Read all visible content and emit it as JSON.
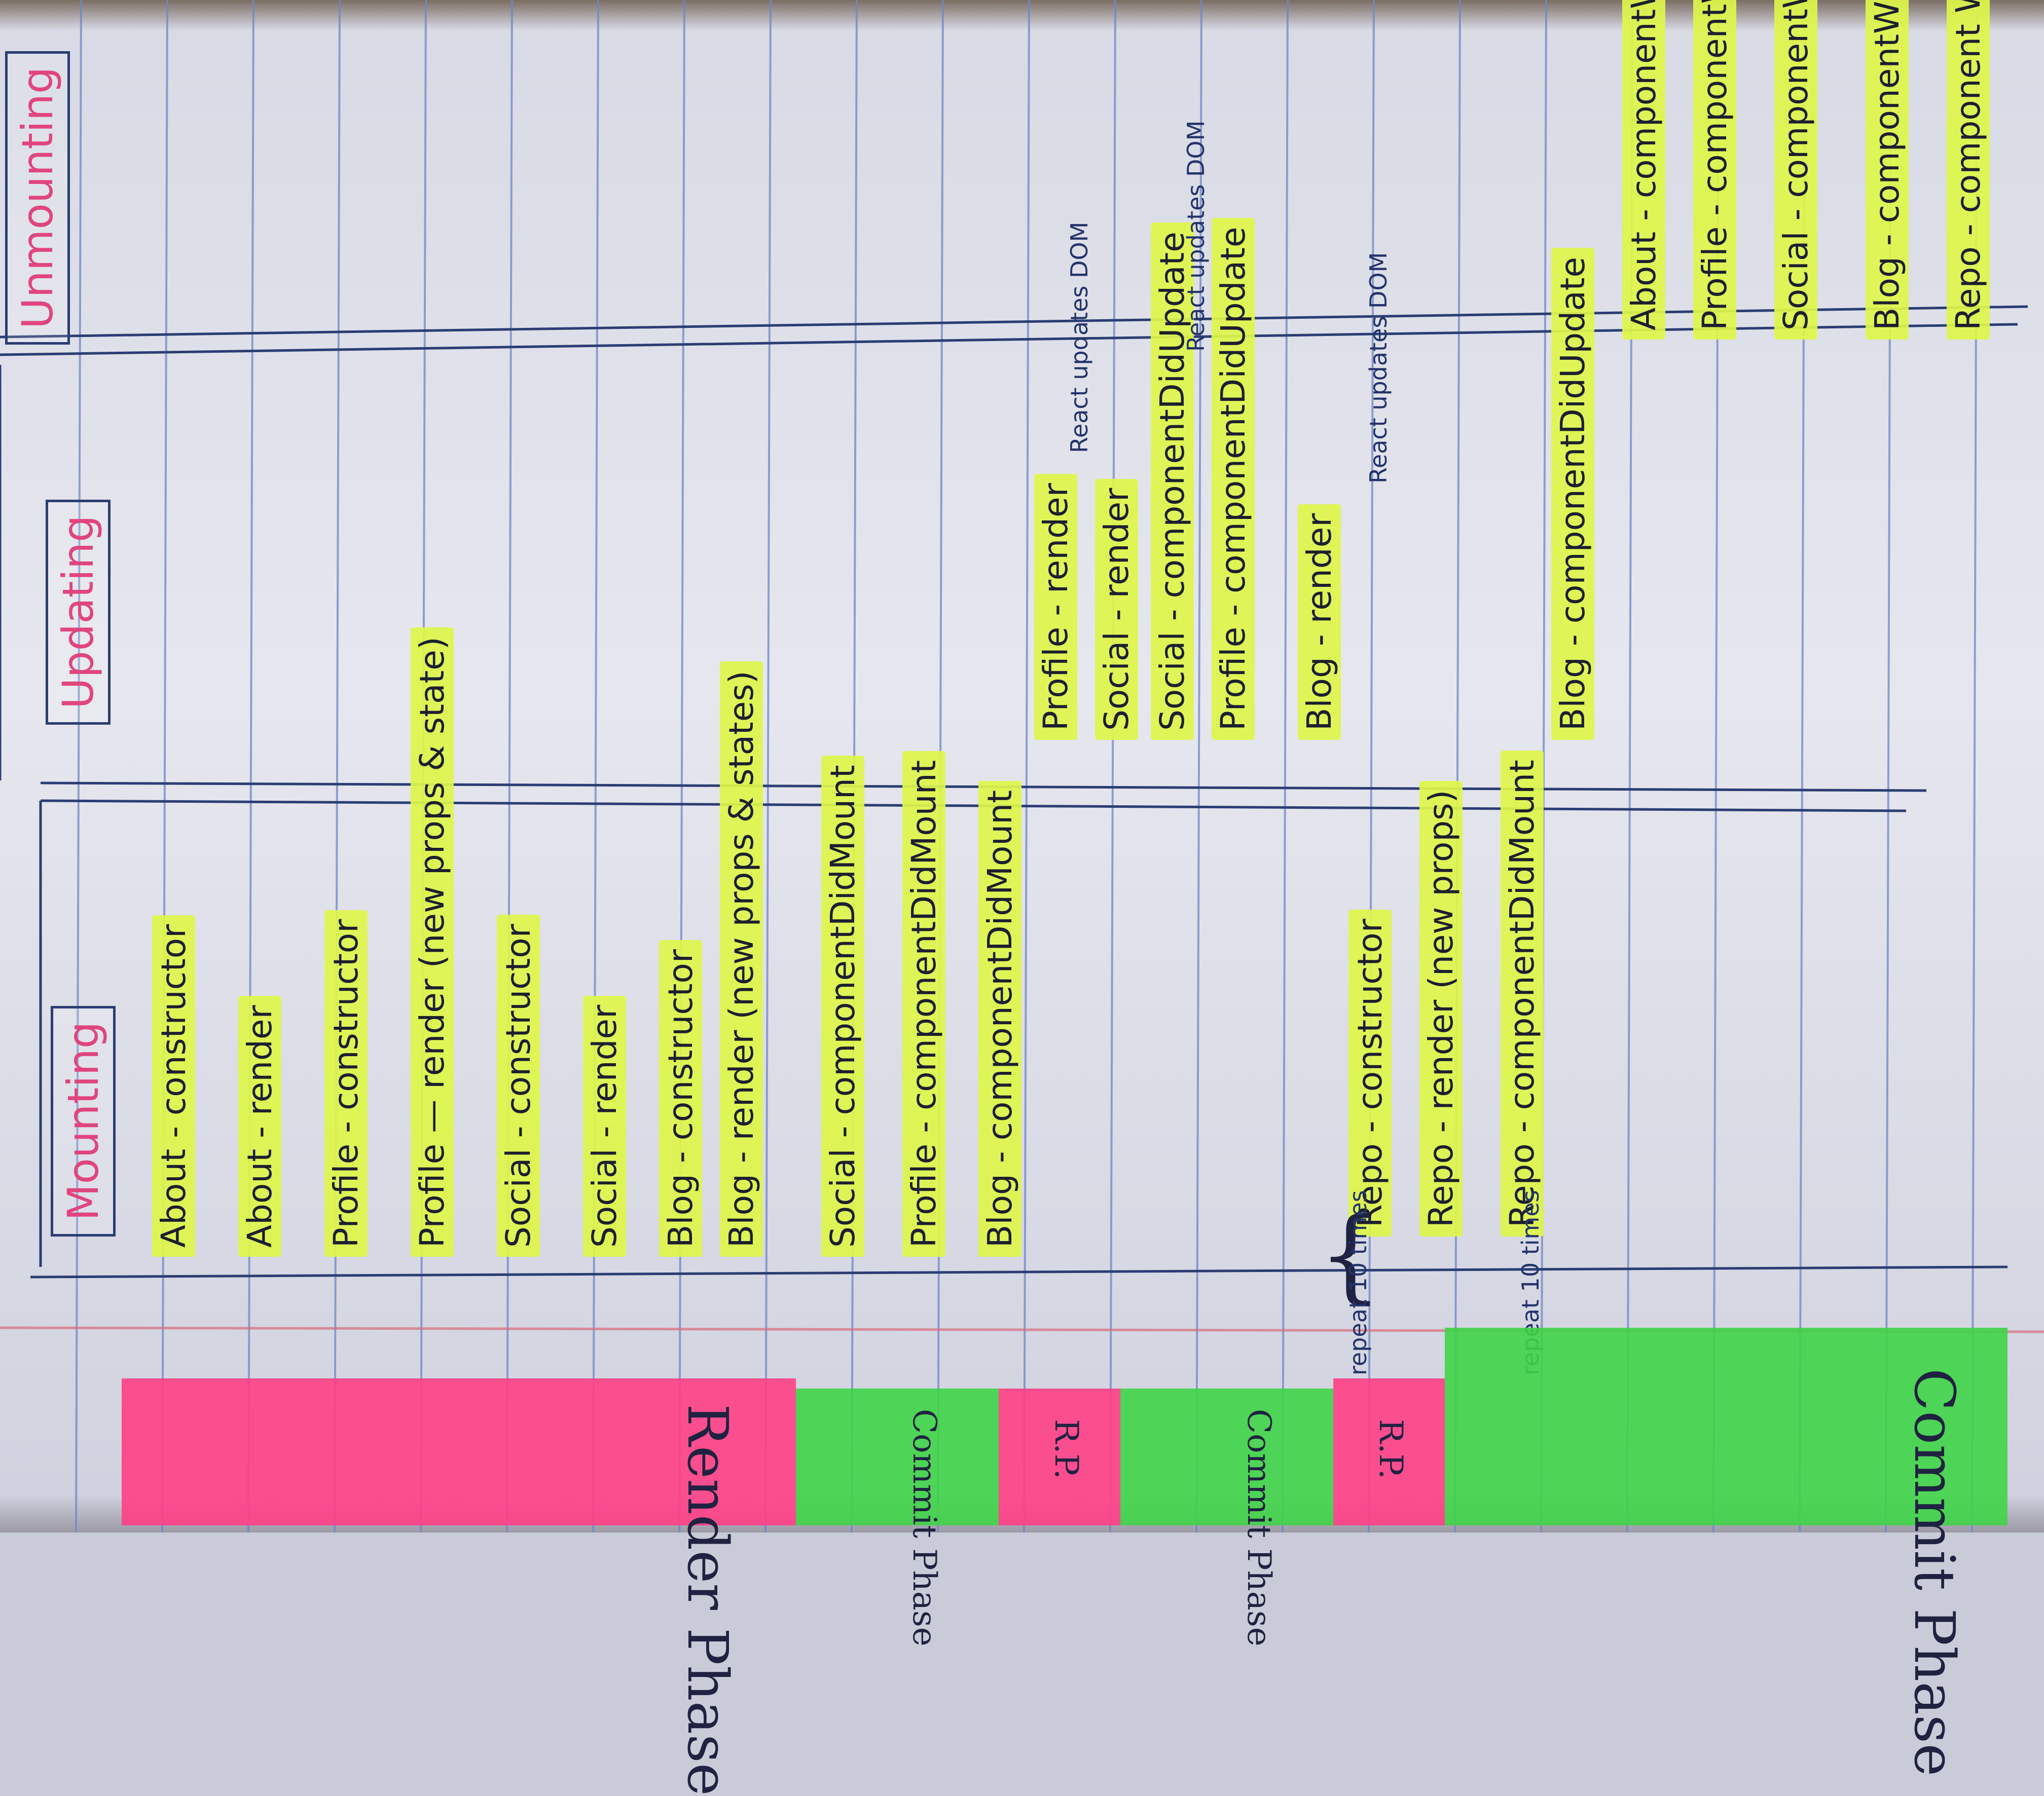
{
  "sections": {
    "mounting": "Mounting",
    "updating": "Updating",
    "unmounting": "Unmounting"
  },
  "mounting_entries": [
    "About - constructor",
    "About - render",
    "Profile - constructor",
    "Profile  —  render (new props & state)",
    "Social - constructor",
    "Social - render",
    "Blog - constructor",
    "Blog - render (new props & states)",
    "Social - componentDidMount",
    "Profile - componentDidMount",
    "Blog - componentDidMount",
    "Repo - constructor",
    "Repo - render (new props)",
    "Repo - componentDidMount"
  ],
  "updating_entries": [
    "Profile - render",
    "Social - render",
    "Social - componentDidUpdate",
    "Profile - componentDidUpdate",
    "Blog - render",
    "Blog - componentDidUpdate"
  ],
  "unmounting_entries": [
    "About - componentWill Unmount",
    "Profile - componentWill Unmount",
    "Social - componentWill Unmount",
    "Blog - componentWill Unmount",
    "Repo - component WillUnmount"
  ],
  "notes": {
    "react_updates_dom_1": "React updates DOM",
    "react_updates_dom_2": "React updates DOM",
    "react_updates_dom_3": "React updates DOM",
    "repeat_1": "repeat 10 times",
    "repeat_2": "repeat 10 times"
  },
  "bands": {
    "render_phase": "Render Phase",
    "commit_phase_1": "Commit Phase",
    "rp_short": "R.P.",
    "commit_phase_2": "Commit Phase",
    "rp_short_2": "R.P.",
    "commit_phase_3": "Commit Phase"
  },
  "colors": {
    "highlight_yellow": "#def64a",
    "highlight_pink": "#ff3f86",
    "highlight_green": "#3fd447",
    "ink_blue": "#2b3d73",
    "title_pink": "#e0457e"
  }
}
